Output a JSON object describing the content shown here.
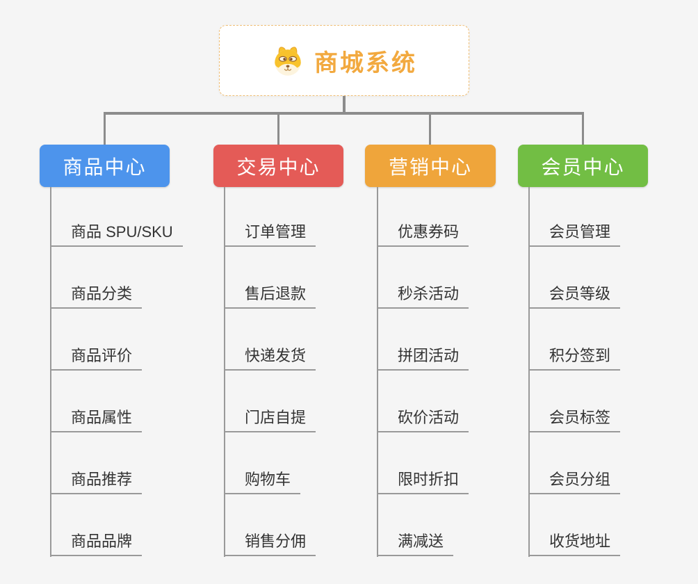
{
  "root": {
    "title": "商城系统",
    "icon": "dog-face-icon"
  },
  "branches": [
    {
      "label": "商品中心",
      "color": "#4d94ec",
      "items": [
        "商品 SPU/SKU",
        "商品分类",
        "商品评价",
        "商品属性",
        "商品推荐",
        "商品品牌"
      ]
    },
    {
      "label": "交易中心",
      "color": "#e45b57",
      "items": [
        "订单管理",
        "售后退款",
        "快递发货",
        "门店自提",
        "购物车",
        "销售分佣"
      ]
    },
    {
      "label": "营销中心",
      "color": "#efa53b",
      "items": [
        "优惠券码",
        "秒杀活动",
        "拼团活动",
        "砍价活动",
        "限时折扣",
        "满减送"
      ]
    },
    {
      "label": "会员中心",
      "color": "#72be44",
      "items": [
        "会员管理",
        "会员等级",
        "积分签到",
        "会员标签",
        "会员分组",
        "收货地址"
      ]
    }
  ],
  "colors": {
    "background": "#f5f5f5",
    "connector": "#8c8c8c",
    "leaf_line": "#999999",
    "leaf_text": "#333333",
    "root_title": "#f2a93f",
    "root_border": "#f0bd72"
  }
}
